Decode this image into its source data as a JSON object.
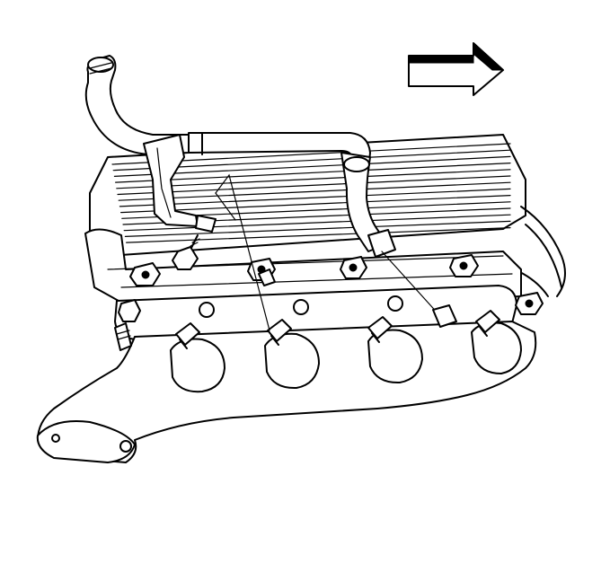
{
  "diagram": {
    "direction_arrow": "right",
    "parts": [
      "crossover-pipe",
      "pipe-bracket",
      "bracket-bolt",
      "valve-cover",
      "exhaust-manifold",
      "manifold-bolts",
      "spark-plugs",
      "oxygen-sensor"
    ]
  },
  "colors": {
    "line": "#000000",
    "background": "#ffffff"
  }
}
